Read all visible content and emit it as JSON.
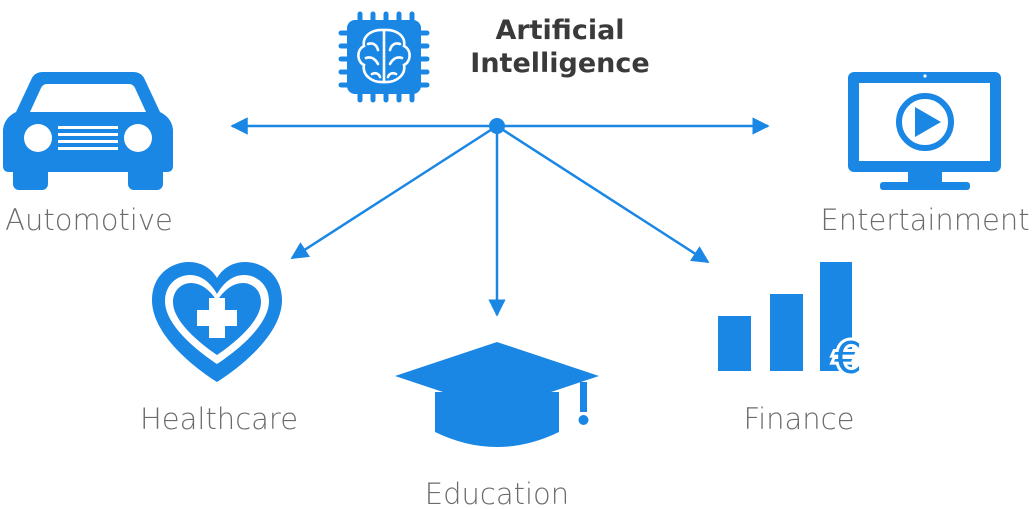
{
  "center": {
    "title_line1": "Artificial",
    "title_line2": "Intelligence",
    "icon": "ai-brain-chip-icon"
  },
  "nodes": [
    {
      "id": "automotive",
      "label": "Automotive",
      "icon": "car-icon"
    },
    {
      "id": "entertainment",
      "label": "Entertainment",
      "icon": "monitor-play-icon"
    },
    {
      "id": "healthcare",
      "label": "Healthcare",
      "icon": "heart-medical-icon"
    },
    {
      "id": "education",
      "label": "Education",
      "icon": "graduation-cap-icon"
    },
    {
      "id": "finance",
      "label": "Finance",
      "icon": "bar-chart-euro-icon"
    }
  ],
  "colors": {
    "accent": "#1a87e4",
    "label": "#6b6b6b",
    "title": "#3a3a3a"
  }
}
